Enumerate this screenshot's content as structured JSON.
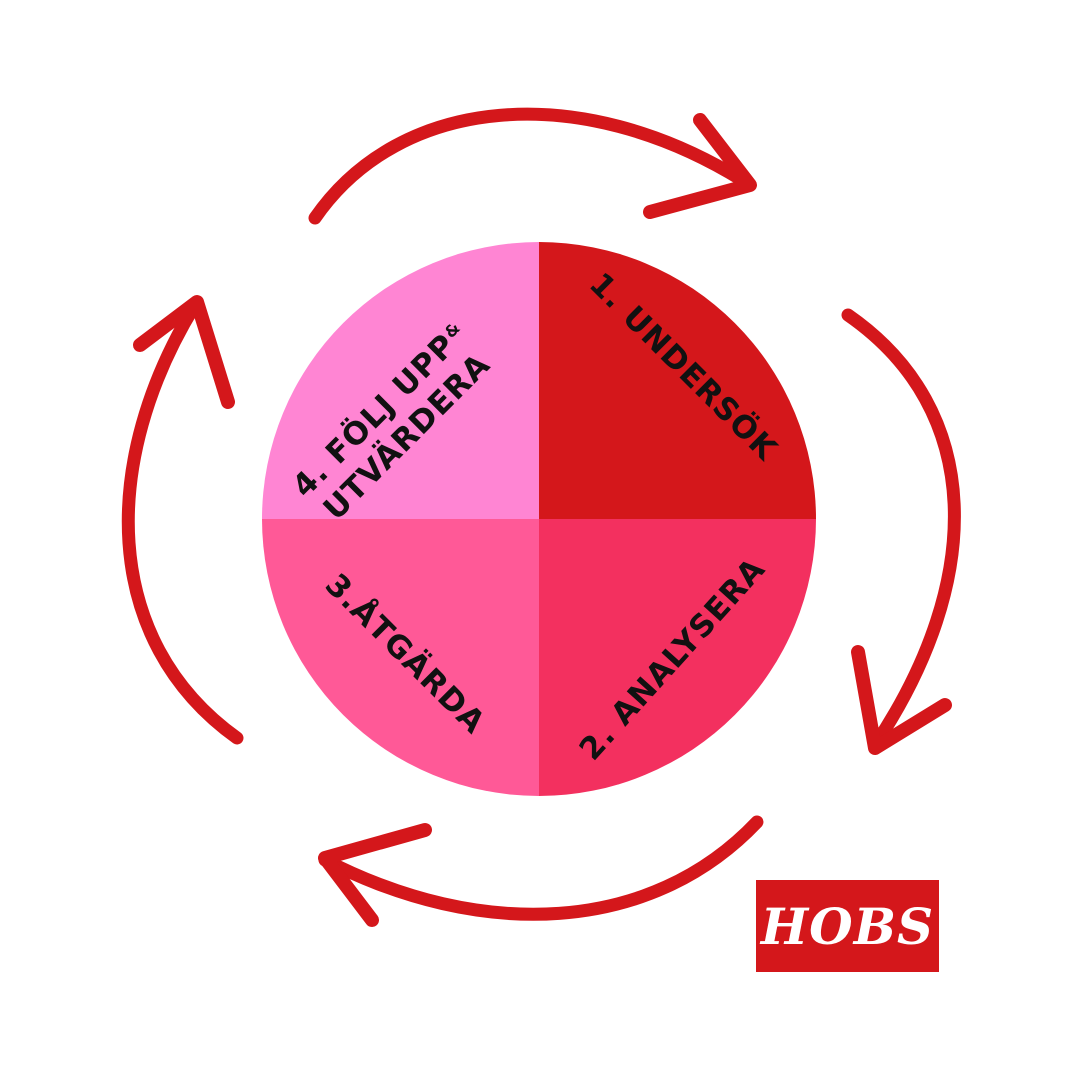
{
  "quadrants": [
    {
      "id": "undersok",
      "label": "1. UNDERSÖK",
      "color": "#d4171b"
    },
    {
      "id": "analysera",
      "label": "2. ANALYSERA",
      "color": "#f3305f"
    },
    {
      "id": "atgarda",
      "label": "3.ÅTGÄRDA",
      "color": "#ff5997"
    },
    {
      "id": "folj-upp",
      "label_line1": "4. FÖLJ UPP",
      "label_amp": "&",
      "label_line2": "UTVÄRDERA",
      "color": "#ff85d3"
    }
  ],
  "arrow_color": "#d4171b",
  "logo": {
    "text": "HOBS",
    "background": "#d4171b"
  }
}
